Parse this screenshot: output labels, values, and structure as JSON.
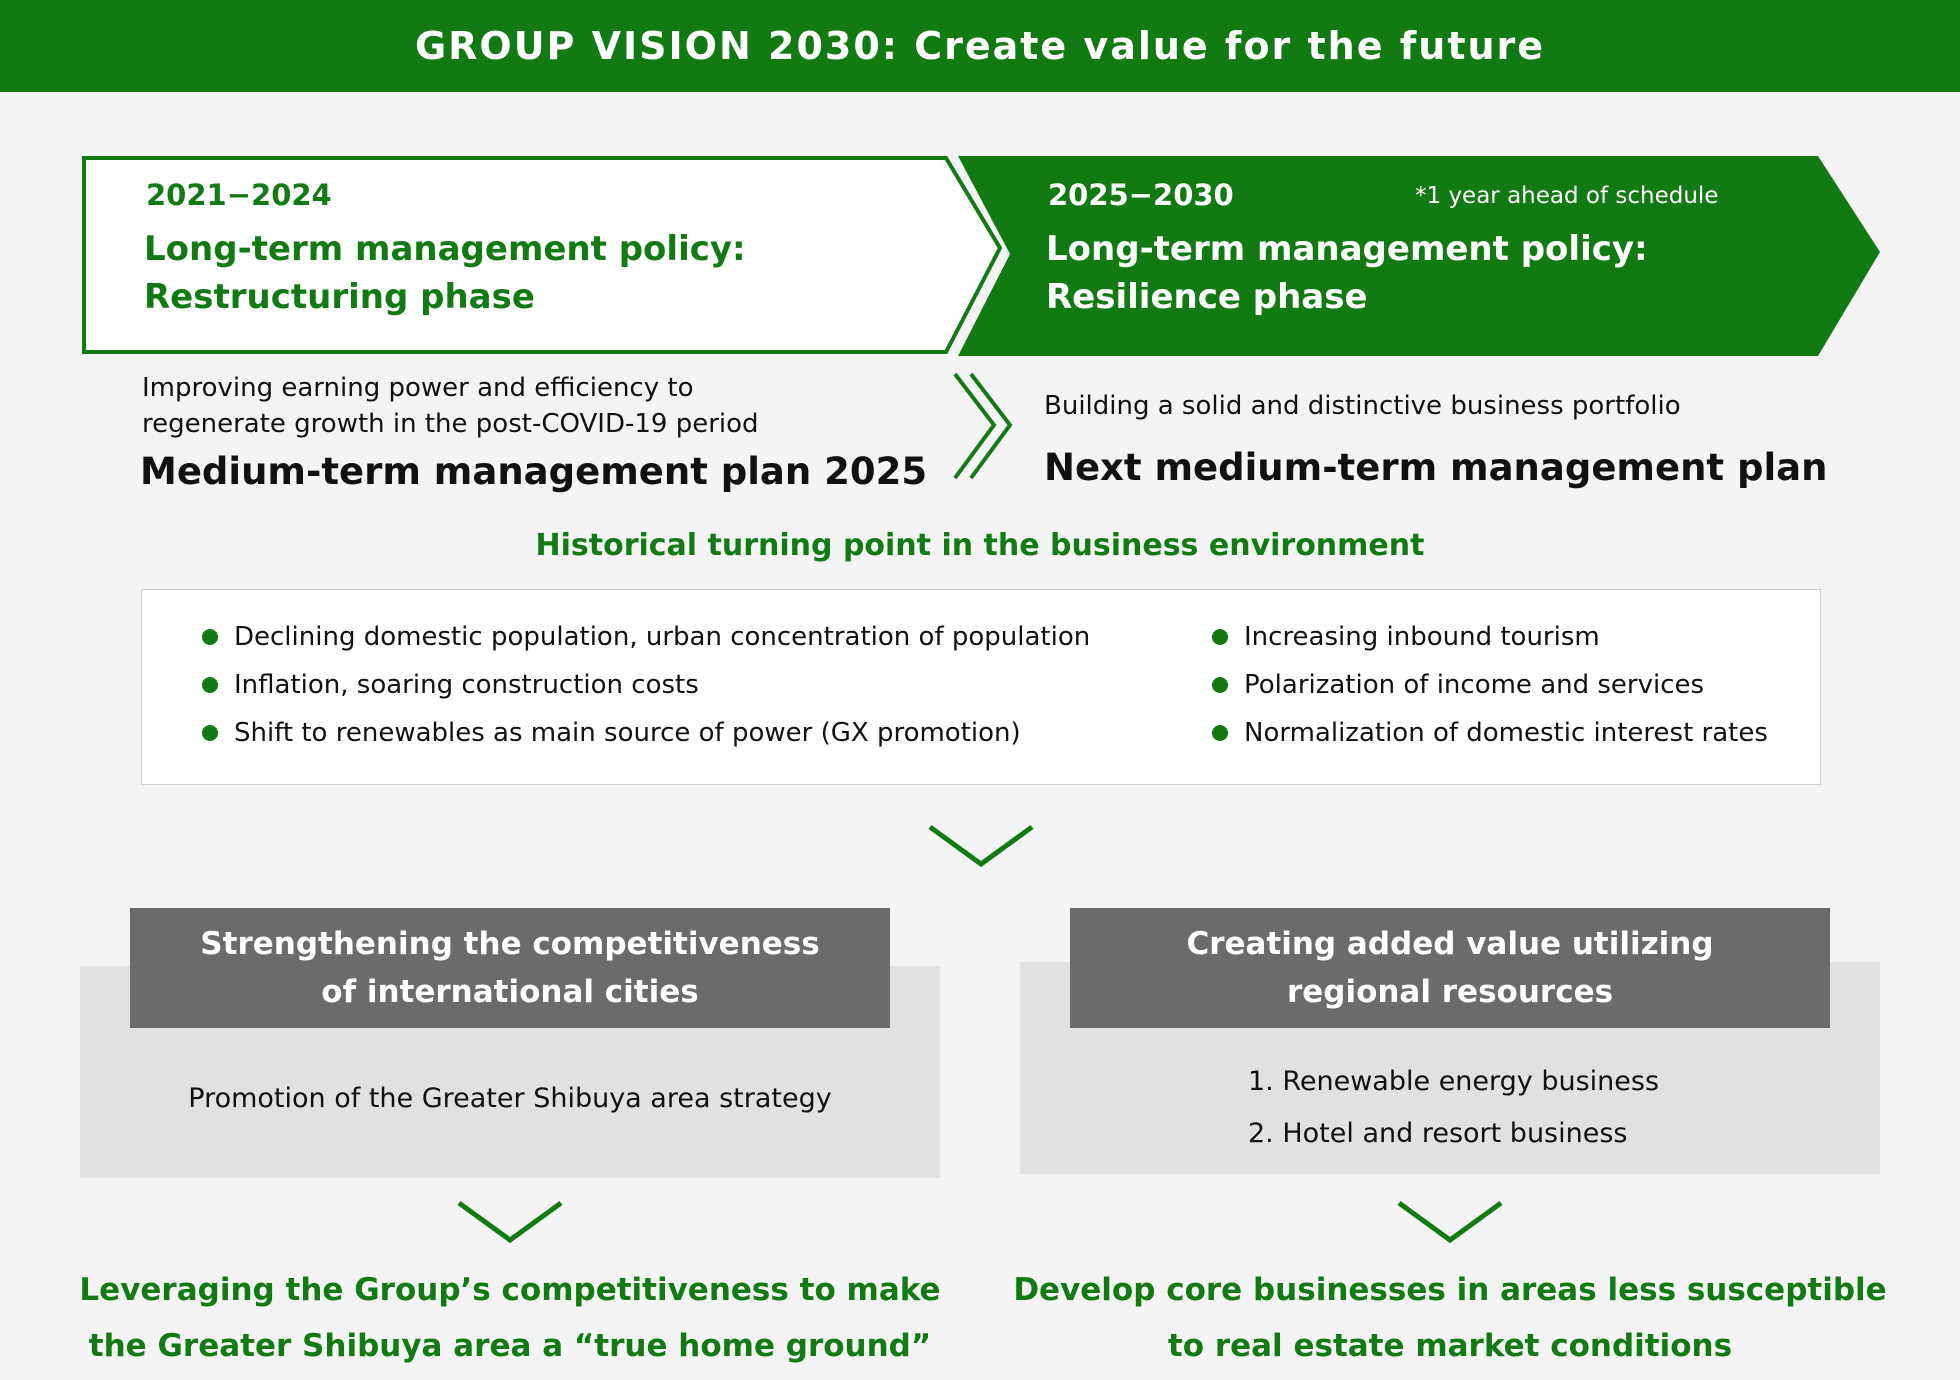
{
  "header": {
    "title": "GROUP VISION 2030: Create value for the future"
  },
  "phase1": {
    "years": "2021−2024",
    "title_line1": "Long-term management policy:",
    "title_line2": "Restructuring phase",
    "desc_line1": "Improving earning power and efficiency to",
    "desc_line2": "regenerate growth in the post-COVID-19 period",
    "plan": "Medium-term management plan 2025"
  },
  "phase2": {
    "years": "2025−2030",
    "note": "*1 year ahead of schedule",
    "title_line1": "Long-term management policy:",
    "title_line2": "Resilience phase",
    "desc": "Building a solid and distinctive business portfolio",
    "plan": "Next medium-term management plan"
  },
  "environment": {
    "title": "Historical turning point in the business environment",
    "left_items": [
      "Declining domestic population, urban concentration of population",
      "Inflation, soaring construction costs",
      "Shift to renewables as main source of power (GX promotion)"
    ],
    "right_items": [
      "Increasing inbound tourism",
      "Polarization of income and services",
      "Normalization of domestic interest rates"
    ]
  },
  "left_panel": {
    "head_line1": "Strengthening the competitiveness",
    "head_line2": "of international cities",
    "body": "Promotion of the Greater Shibuya area strategy",
    "result_line1": "Leveraging the Group’s competitiveness to make",
    "result_line2": "the Greater Shibuya area a “true home ground”"
  },
  "right_panel": {
    "head_line1": "Creating added value utilizing",
    "head_line2": "regional resources",
    "items": [
      "1. Renewable energy business",
      "2. Hotel and resort business"
    ],
    "result_line1": "Develop core businesses in areas less susceptible",
    "result_line2": "to real estate market conditions"
  },
  "colors": {
    "brand_green": "#127a12",
    "panel_grey": "#6b6b6b",
    "panel_bg": "#e1e1e1"
  }
}
